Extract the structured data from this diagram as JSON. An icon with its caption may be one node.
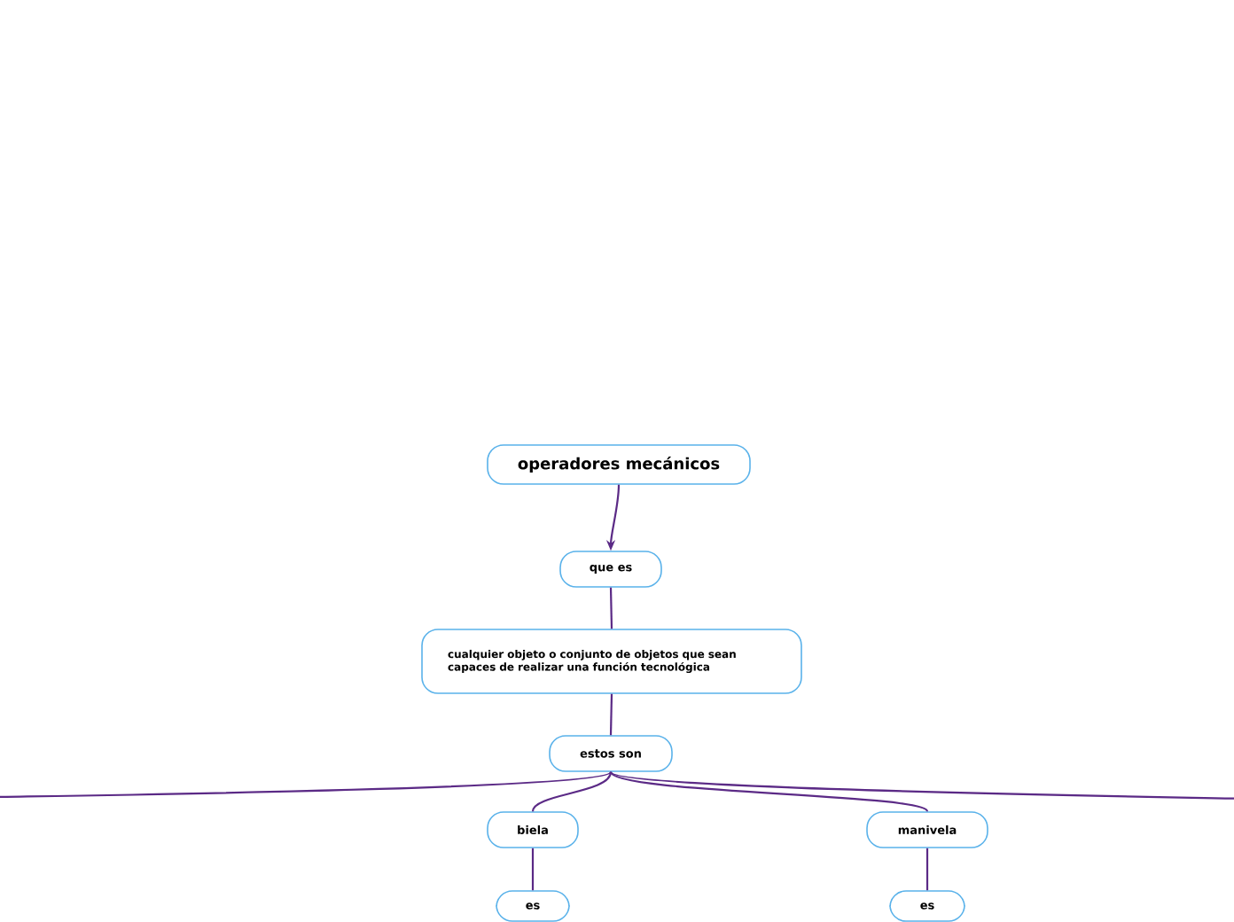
{
  "diagram": {
    "nodes": [
      {
        "text": [
          "operadores mecánicos"
        ]
      },
      {
        "text": [
          "que es"
        ]
      },
      {
        "text": [
          "cualquier objeto o conjunto de objetos que sean capaces de realizar una función tecnológica"
        ]
      },
      {
        "text": [
          "estos son"
        ]
      },
      {
        "text": [
          "biela"
        ]
      },
      {
        "text": [
          "manivela"
        ]
      },
      {
        "text": [
          "es"
        ]
      },
      {
        "text": [
          "es"
        ]
      }
    ],
    "edges": [
      {
        "from": 0,
        "to": 1,
        "arrow": "to"
      },
      {
        "from": 1,
        "to": 2,
        "arrow": "none"
      },
      {
        "from": 2,
        "to": 3,
        "arrow": "none"
      },
      {
        "from": 3,
        "to": null,
        "arrow": "none"
      },
      {
        "from": 3,
        "to": null,
        "arrow": "none"
      },
      {
        "from": 3,
        "to": 4,
        "arrow": "none"
      },
      {
        "from": 3,
        "to": 5,
        "arrow": "none"
      },
      {
        "from": 4,
        "to": 6,
        "arrow": "none"
      },
      {
        "from": 5,
        "to": 7,
        "arrow": "none"
      }
    ]
  }
}
